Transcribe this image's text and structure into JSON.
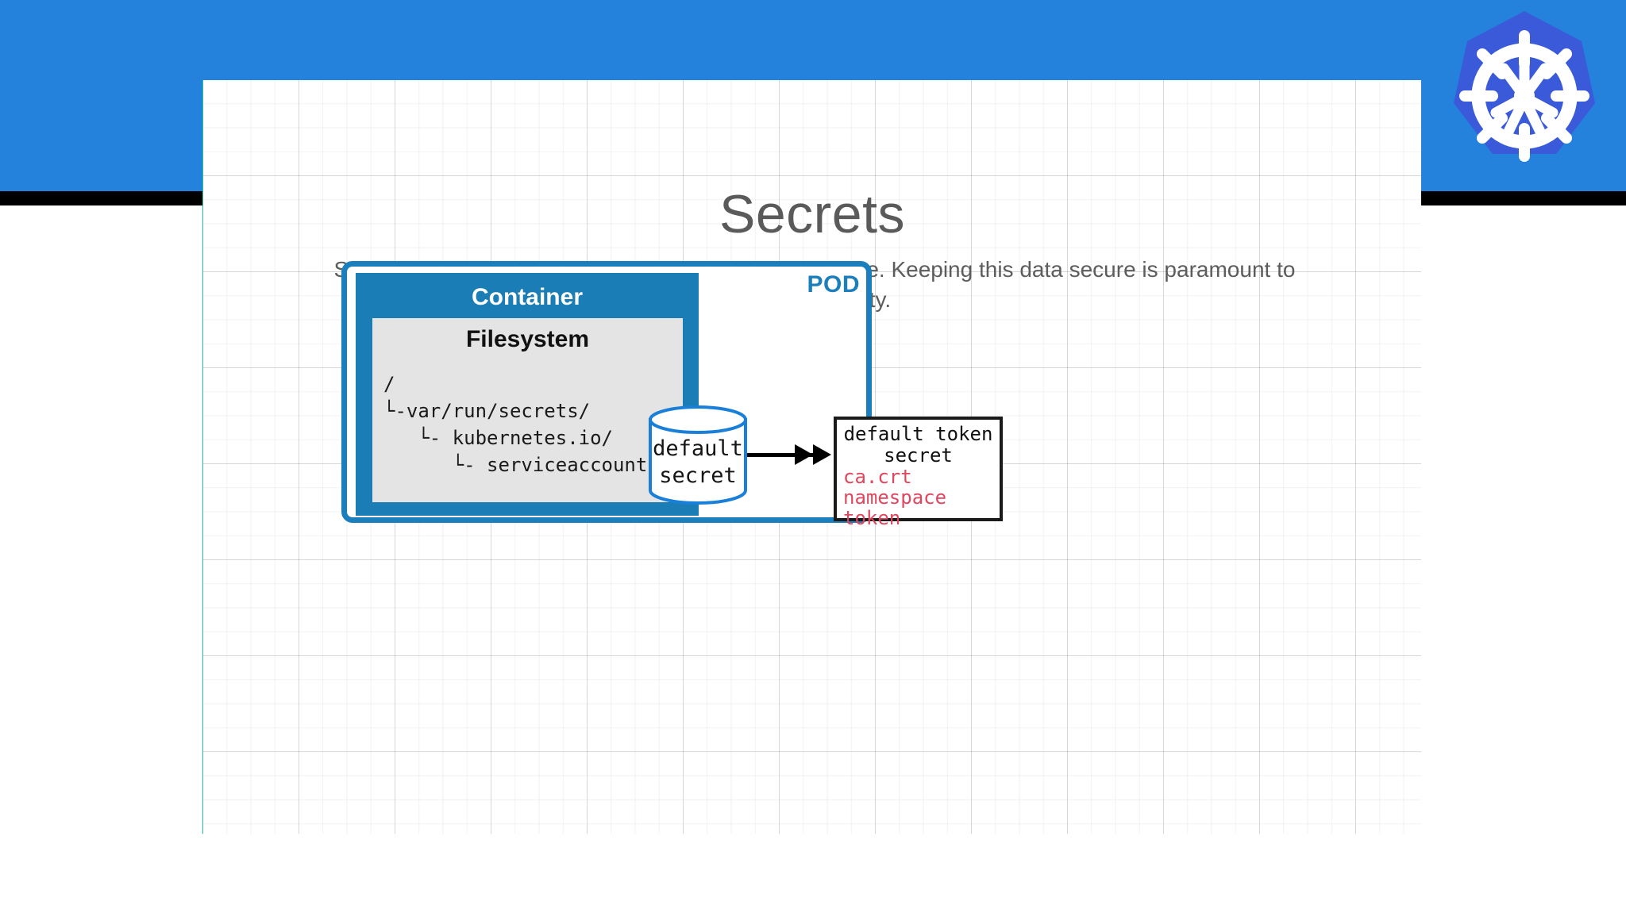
{
  "slide": {
    "title": "Secrets",
    "subtitle": "Secrets allow you to expose entries as files in a volume.  Keeping this data secure is paramount to cluster security."
  },
  "branding": {
    "logo_icon": "kubernetes-wheel-icon",
    "banner_color": "#2481dc",
    "logo_badge_color": "#3a5ad9",
    "logo_wheel_color": "#ffffff"
  },
  "diagram": {
    "pod": {
      "label": "POD",
      "border_color": "#1a7fbc"
    },
    "container": {
      "label": "Container",
      "fill_color": "#1a7db5",
      "text_color": "#ffffff"
    },
    "filesystem": {
      "label": "Filesystem",
      "fill_color": "#e4e4e4",
      "tree": [
        "/",
        "└-var/run/secrets/",
        "   └- kubernetes.io/",
        "      └- serviceaccounts/"
      ]
    },
    "secret_store": {
      "shape": "cylinder",
      "line1": "default",
      "line2": "secret",
      "outline_color": "#1a7fd8",
      "fill_color": "#ffffff"
    },
    "token_secret": {
      "title_line1": "default token",
      "title_line2": "secret",
      "keys": [
        "ca.crt",
        "namespace",
        "token"
      ],
      "key_color": "#e0465e",
      "border_color": "#1a1a1a"
    },
    "arrows": [
      {
        "name": "filesystem-to-secret",
        "from": "serviceaccounts/",
        "to": "default secret"
      },
      {
        "name": "secret-to-token",
        "from": "default secret",
        "to": "default token secret"
      }
    ]
  },
  "canvas": {
    "guide_line_color": "#19c79a",
    "grid": "on"
  }
}
